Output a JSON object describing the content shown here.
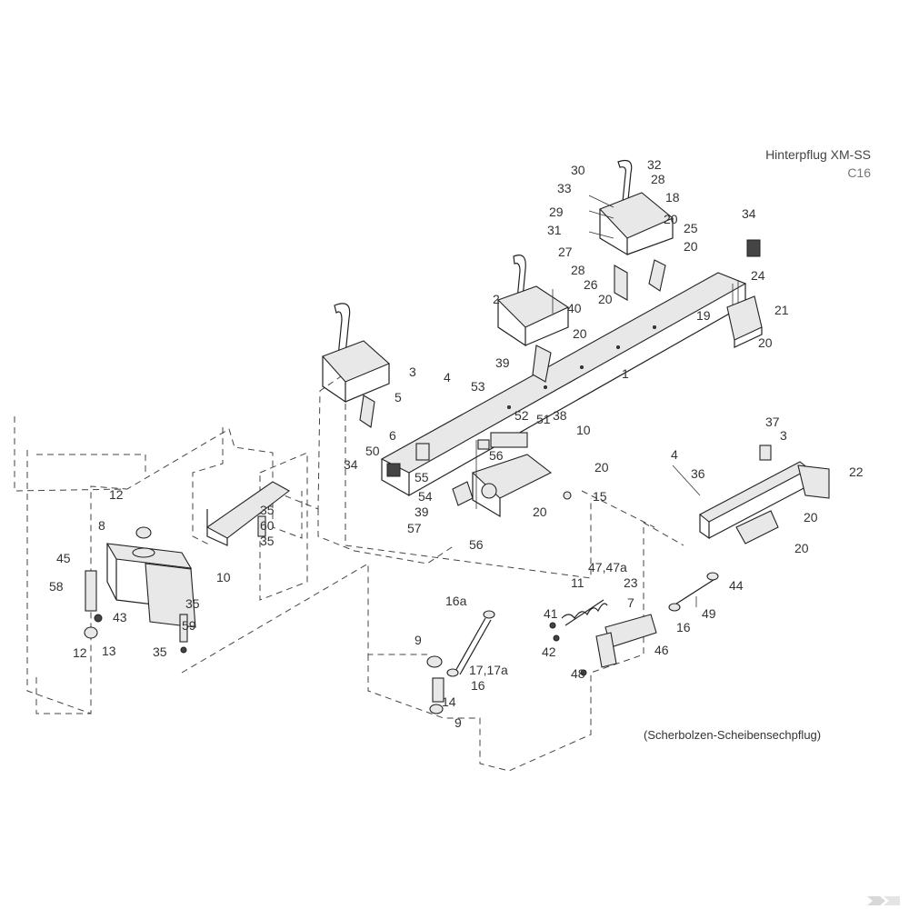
{
  "title": "Hinterpflug XM-SS",
  "code": "C16",
  "subtitle": "(Scherbolzen-Scheibensechpflug)",
  "callout_color": "#333333",
  "callouts": [
    "30",
    "32",
    "28",
    "33",
    "18",
    "29",
    "20",
    "31",
    "25",
    "27",
    "20",
    "28",
    "26",
    "20",
    "34",
    "24",
    "2",
    "40",
    "19",
    "21",
    "20",
    "39",
    "20",
    "1",
    "3",
    "4",
    "53",
    "5",
    "52",
    "51",
    "38",
    "6",
    "10",
    "50",
    "34",
    "55",
    "56",
    "20",
    "54",
    "39",
    "20",
    "15",
    "57",
    "56",
    "20",
    "37",
    "3",
    "4",
    "36",
    "22",
    "20",
    "12",
    "35",
    "60",
    "35",
    "8",
    "10",
    "45",
    "58",
    "43",
    "35",
    "59",
    "35",
    "12",
    "13",
    "47,47a",
    "11",
    "23",
    "44",
    "41",
    "7",
    "16a",
    "49",
    "16",
    "42",
    "46",
    "9",
    "17,17a",
    "48",
    "16",
    "14",
    "9"
  ]
}
